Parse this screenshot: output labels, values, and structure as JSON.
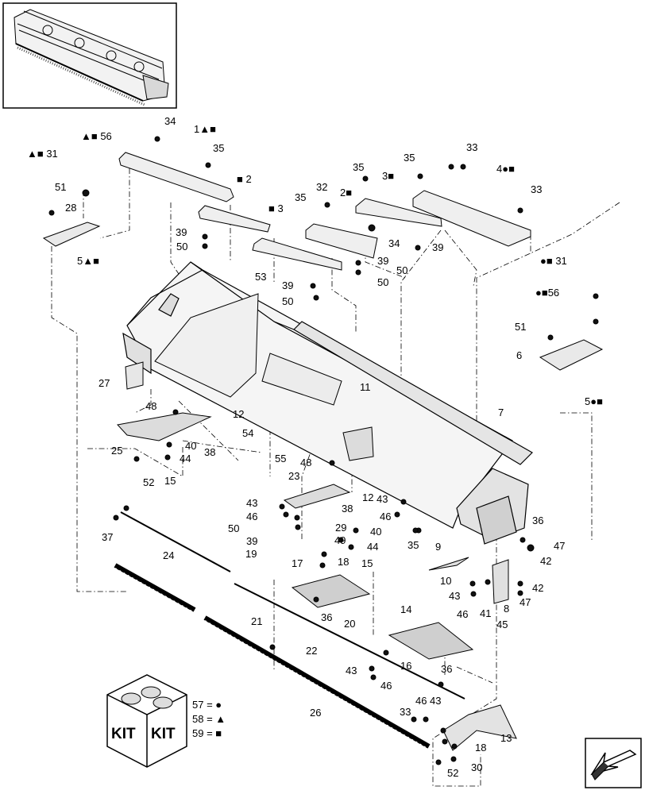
{
  "callouts": [
    {
      "id": "c34a",
      "text": "34"
    },
    {
      "id": "c1",
      "text": "1▲■"
    },
    {
      "id": "c35a",
      "text": "35"
    },
    {
      "id": "c56a",
      "text": "▲■ 56"
    },
    {
      "id": "c31a",
      "text": "▲■ 31"
    },
    {
      "id": "c51a",
      "text": "51"
    },
    {
      "id": "c28",
      "text": "28"
    },
    {
      "id": "c5a",
      "text": "5▲■"
    },
    {
      "id": "c2a",
      "text": "■ 2"
    },
    {
      "id": "c3a",
      "text": "■ 3"
    },
    {
      "id": "c39a",
      "text": "39"
    },
    {
      "id": "c50a",
      "text": "50"
    },
    {
      "id": "c35b",
      "text": "35"
    },
    {
      "id": "c32",
      "text": "32"
    },
    {
      "id": "c2b",
      "text": "2■"
    },
    {
      "id": "c34b",
      "text": "34"
    },
    {
      "id": "c35c",
      "text": "35"
    },
    {
      "id": "c3b",
      "text": "3■"
    },
    {
      "id": "c35d",
      "text": "35"
    },
    {
      "id": "c33a",
      "text": "33"
    },
    {
      "id": "c4",
      "text": "4●■"
    },
    {
      "id": "c33b",
      "text": "33"
    },
    {
      "id": "c39b",
      "text": "39"
    },
    {
      "id": "c50b",
      "text": "50"
    },
    {
      "id": "c39c",
      "text": "39"
    },
    {
      "id": "c50c",
      "text": "50"
    },
    {
      "id": "c39d",
      "text": "39"
    },
    {
      "id": "c50d",
      "text": "50"
    },
    {
      "id": "c31b",
      "text": "●■ 31"
    },
    {
      "id": "c56b",
      "text": "●■56"
    },
    {
      "id": "c51b",
      "text": "51"
    },
    {
      "id": "c6",
      "text": "6"
    },
    {
      "id": "c5b",
      "text": "5●■"
    },
    {
      "id": "c53",
      "text": "53"
    },
    {
      "id": "c27",
      "text": "27"
    },
    {
      "id": "c11",
      "text": "11"
    },
    {
      "id": "c7",
      "text": "7"
    },
    {
      "id": "c54",
      "text": "54"
    },
    {
      "id": "c48a",
      "text": "48"
    },
    {
      "id": "c12a",
      "text": "12"
    },
    {
      "id": "c40a",
      "text": "40"
    },
    {
      "id": "c44a",
      "text": "44"
    },
    {
      "id": "c38a",
      "text": "38"
    },
    {
      "id": "c25",
      "text": "25"
    },
    {
      "id": "c15a",
      "text": "15"
    },
    {
      "id": "c52a",
      "text": "52"
    },
    {
      "id": "c55",
      "text": "55"
    },
    {
      "id": "c48b",
      "text": "48"
    },
    {
      "id": "c23",
      "text": "23"
    },
    {
      "id": "c43a",
      "text": "43"
    },
    {
      "id": "c46a",
      "text": "46"
    },
    {
      "id": "c38b",
      "text": "38"
    },
    {
      "id": "c12b",
      "text": "12"
    },
    {
      "id": "c43b",
      "text": "43"
    },
    {
      "id": "c46b",
      "text": "46"
    },
    {
      "id": "c36a",
      "text": "36"
    },
    {
      "id": "c47a",
      "text": "47"
    },
    {
      "id": "c42a",
      "text": "42"
    },
    {
      "id": "c50e",
      "text": "50"
    },
    {
      "id": "c39e",
      "text": "39"
    },
    {
      "id": "c29",
      "text": "29"
    },
    {
      "id": "c40b",
      "text": "40"
    },
    {
      "id": "c49",
      "text": "49"
    },
    {
      "id": "c44b",
      "text": "44"
    },
    {
      "id": "c35e",
      "text": "35"
    },
    {
      "id": "c19",
      "text": "19"
    },
    {
      "id": "c18a",
      "text": "18"
    },
    {
      "id": "c15b",
      "text": "15"
    },
    {
      "id": "c17",
      "text": "17"
    },
    {
      "id": "c37",
      "text": "37"
    },
    {
      "id": "c24",
      "text": "24"
    },
    {
      "id": "c9",
      "text": "9"
    },
    {
      "id": "c10",
      "text": "10"
    },
    {
      "id": "c43c",
      "text": "43"
    },
    {
      "id": "c46c",
      "text": "46"
    },
    {
      "id": "c42b",
      "text": "42"
    },
    {
      "id": "c47b",
      "text": "47"
    },
    {
      "id": "c41",
      "text": "41"
    },
    {
      "id": "c8",
      "text": "8"
    },
    {
      "id": "c45",
      "text": "45"
    },
    {
      "id": "c36b",
      "text": "36"
    },
    {
      "id": "c20",
      "text": "20"
    },
    {
      "id": "c14",
      "text": "14"
    },
    {
      "id": "c21",
      "text": "21"
    },
    {
      "id": "c22",
      "text": "22"
    },
    {
      "id": "c16",
      "text": "16"
    },
    {
      "id": "c36c",
      "text": "36"
    },
    {
      "id": "c43d",
      "text": "43"
    },
    {
      "id": "c46d",
      "text": "46"
    },
    {
      "id": "c26",
      "text": "26"
    },
    {
      "id": "c46e",
      "text": "46"
    },
    {
      "id": "c43e",
      "text": "43"
    },
    {
      "id": "c33c",
      "text": "33"
    },
    {
      "id": "c13",
      "text": "13"
    },
    {
      "id": "c18b",
      "text": "18"
    },
    {
      "id": "c52b",
      "text": "52"
    },
    {
      "id": "c30",
      "text": "30"
    }
  ],
  "kit": {
    "box_word_left": "KIT",
    "box_word_right": "KIT",
    "legend": [
      {
        "text": "57 = ●"
      },
      {
        "text": "58 = ▲"
      },
      {
        "text": "59 = ■"
      }
    ]
  },
  "navigation": {
    "icon": "arrow-icon"
  }
}
